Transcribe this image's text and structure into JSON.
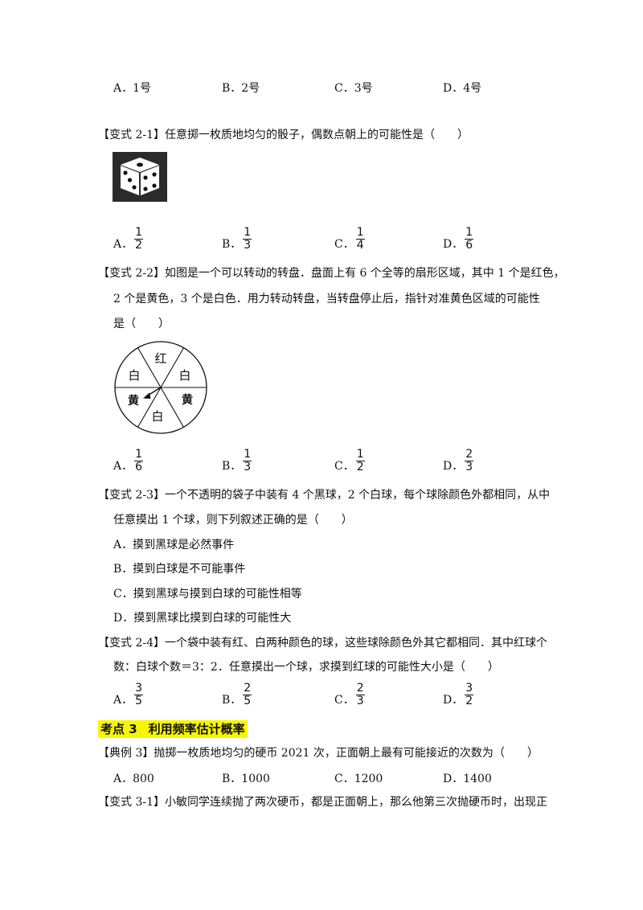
{
  "q_prev_options": [
    "A．1号",
    "B．2号",
    "C．3号",
    "D．4号"
  ],
  "q21": {
    "tag": "【变式 2-1】",
    "text": "任意掷一枚质地均匀的骰子，偶数点朝上的可能性是（　　）",
    "options": [
      {
        "label": "A．",
        "num": "1",
        "den": "2"
      },
      {
        "label": "B．",
        "num": "1",
        "den": "3"
      },
      {
        "label": "C．",
        "num": "1",
        "den": "4"
      },
      {
        "label": "D．",
        "num": "1",
        "den": "6"
      }
    ]
  },
  "q22": {
    "tag": "【变式 2-2】",
    "line1": "如图是一个可以转动的转盘．盘面上有 6 个全等的扇形区域，其中 1 个是红色，",
    "line2": "2 个是黄色，3 个是白色．用力转动转盘，当转盘停止后，指针对准黄色区域的可能性",
    "line3": "是（　　）",
    "spinner_labels": [
      "红",
      "白",
      "黄",
      "白",
      "黄",
      "白"
    ],
    "options": [
      {
        "label": "A．",
        "num": "1",
        "den": "6"
      },
      {
        "label": "B．",
        "num": "1",
        "den": "3"
      },
      {
        "label": "C．",
        "num": "1",
        "den": "2"
      },
      {
        "label": "D．",
        "num": "2",
        "den": "3"
      }
    ]
  },
  "q23": {
    "tag": "【变式 2-3】",
    "line1": "一个不透明的袋子中装有 4 个黑球，2 个白球，每个球除颜色外都相同，从中",
    "line2": "任意摸出 1 个球，则下列叙述正确的是（　　）",
    "options": [
      "A．摸到黑球是必然事件",
      "B．摸到白球是不可能事件",
      "C．摸到黑球与摸到白球的可能性相等",
      "D．摸到黑球比摸到白球的可能性大"
    ]
  },
  "q24": {
    "tag": "【变式 2-4】",
    "line1": "一个袋中装有红、白两种颜色的球，这些球除颜色外其它都相同．其中红球个",
    "line2": "数：白球个数＝3：2．任意摸出一个球，求摸到红球的可能性大小是（　　）",
    "options": [
      {
        "label": "A．",
        "num": "3",
        "den": "5"
      },
      {
        "label": "B．",
        "num": "2",
        "den": "5"
      },
      {
        "label": "C．",
        "num": "2",
        "den": "3"
      },
      {
        "label": "D．",
        "num": "3",
        "den": "2"
      }
    ]
  },
  "section3": {
    "num": "考点 3",
    "title": "利用频率估计概率",
    "highlight": "#f7f500"
  },
  "ex3": {
    "tag": "【典例 3】",
    "text": "抛掷一枚质地均匀的硬币 2021 次，正面朝上最有可能接近的次数为（　　）",
    "options": [
      "A．800",
      "B．1000",
      "C．1200",
      "D．1400"
    ]
  },
  "q31": {
    "tag": "【变式 3-1】",
    "text": "小敏同学连续抛了两次硬币，都是正面朝上，那么他第三次抛硬币时，出现正"
  }
}
